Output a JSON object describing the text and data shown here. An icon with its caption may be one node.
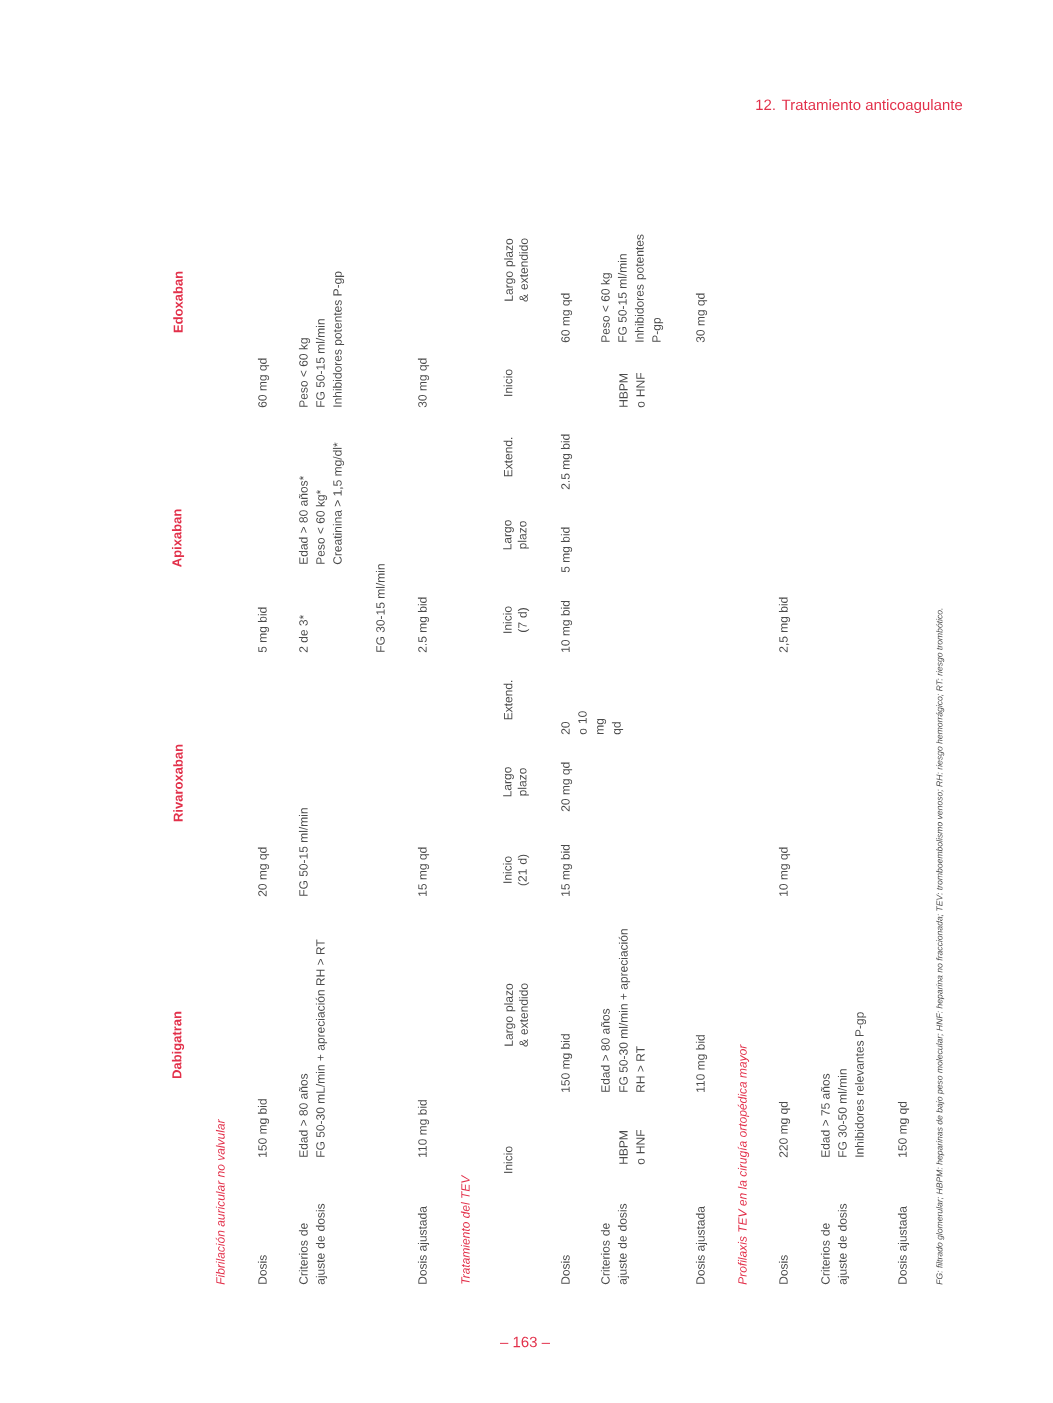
{
  "diagram": {
    "labels": [
      "12. Tratamiento anticoagulante",
      "Dabigatran",
      "Rivaroxaban",
      "Apixaban",
      "Edoxaban",
      "Fibrilación auricular no valvular",
      "Dosis",
      "150 mg bid",
      "20 mg qd",
      "5 mg bid",
      "60 mg qd",
      "Criterios de ajuste de dosis",
      "Edad > 80 años",
      "FG 50-30 mL/min + apreciación RH > RT",
      "FG 50-15 ml/min",
      "2 de 3*",
      "Edad > 80 años*",
      "Peso < 60 kg*",
      "Creatinina > 1,5 mg/dl*",
      "Peso < 60 kg",
      "FG 50-15 ml/min",
      "Inhibidores potentes P-gp",
      "FG 30-15 ml/min",
      "Dosis ajustada",
      "110 mg bid",
      "15 mg qd",
      "2.5 mg bid",
      "30 mg qd",
      "Tratamiento del TEV",
      "Inicio",
      "Largo plazo & extendido",
      "Inicio (21 d)",
      "Largo plazo",
      "Extend.",
      "Inicio (7 d)",
      "Largo plazo",
      "Extend.",
      "Inicio",
      "Largo plazo & extendido",
      "Dosis",
      "150 mg bid",
      "15 mg bid",
      "20 mg qd",
      "20 o 10 mg qd",
      "10 mg bid",
      "5 mg bid",
      "2.5 mg bid",
      "60 mg qd",
      "Criterios de ajuste de dosis",
      "HBPM o HNF",
      "Edad > 80 años",
      "FG 50-30 ml/min + apreciación",
      "RH > RT",
      "HBPM o HNF",
      "Peso < 60 kg",
      "FG 50-15 ml/min",
      "Inhibidores potentes P-gp",
      "Dosis ajustada",
      "110 mg bid",
      "30 mg qd",
      "Profilaxis TEV en la cirugía ortopédica mayor",
      "Dosis",
      "220 mg qd",
      "10 mg qd",
      "2,5 mg bid",
      "Criterios de ajuste de dosis",
      "Edad > 75 años",
      "FG 30-50 ml/min",
      "Inhibidores relevantes P-gp",
      "Dosis ajustada",
      "150 mg qd",
      "FG: filtrado glomerular; HBPM: heparinas de bajo peso molecular; HNF: heparina no fraccionada; TEV: tromboembolismo venoso; RH: riesgo hemorrágico; RT: riesgo trombótico.",
      "– 163 –"
    ]
  }
}
